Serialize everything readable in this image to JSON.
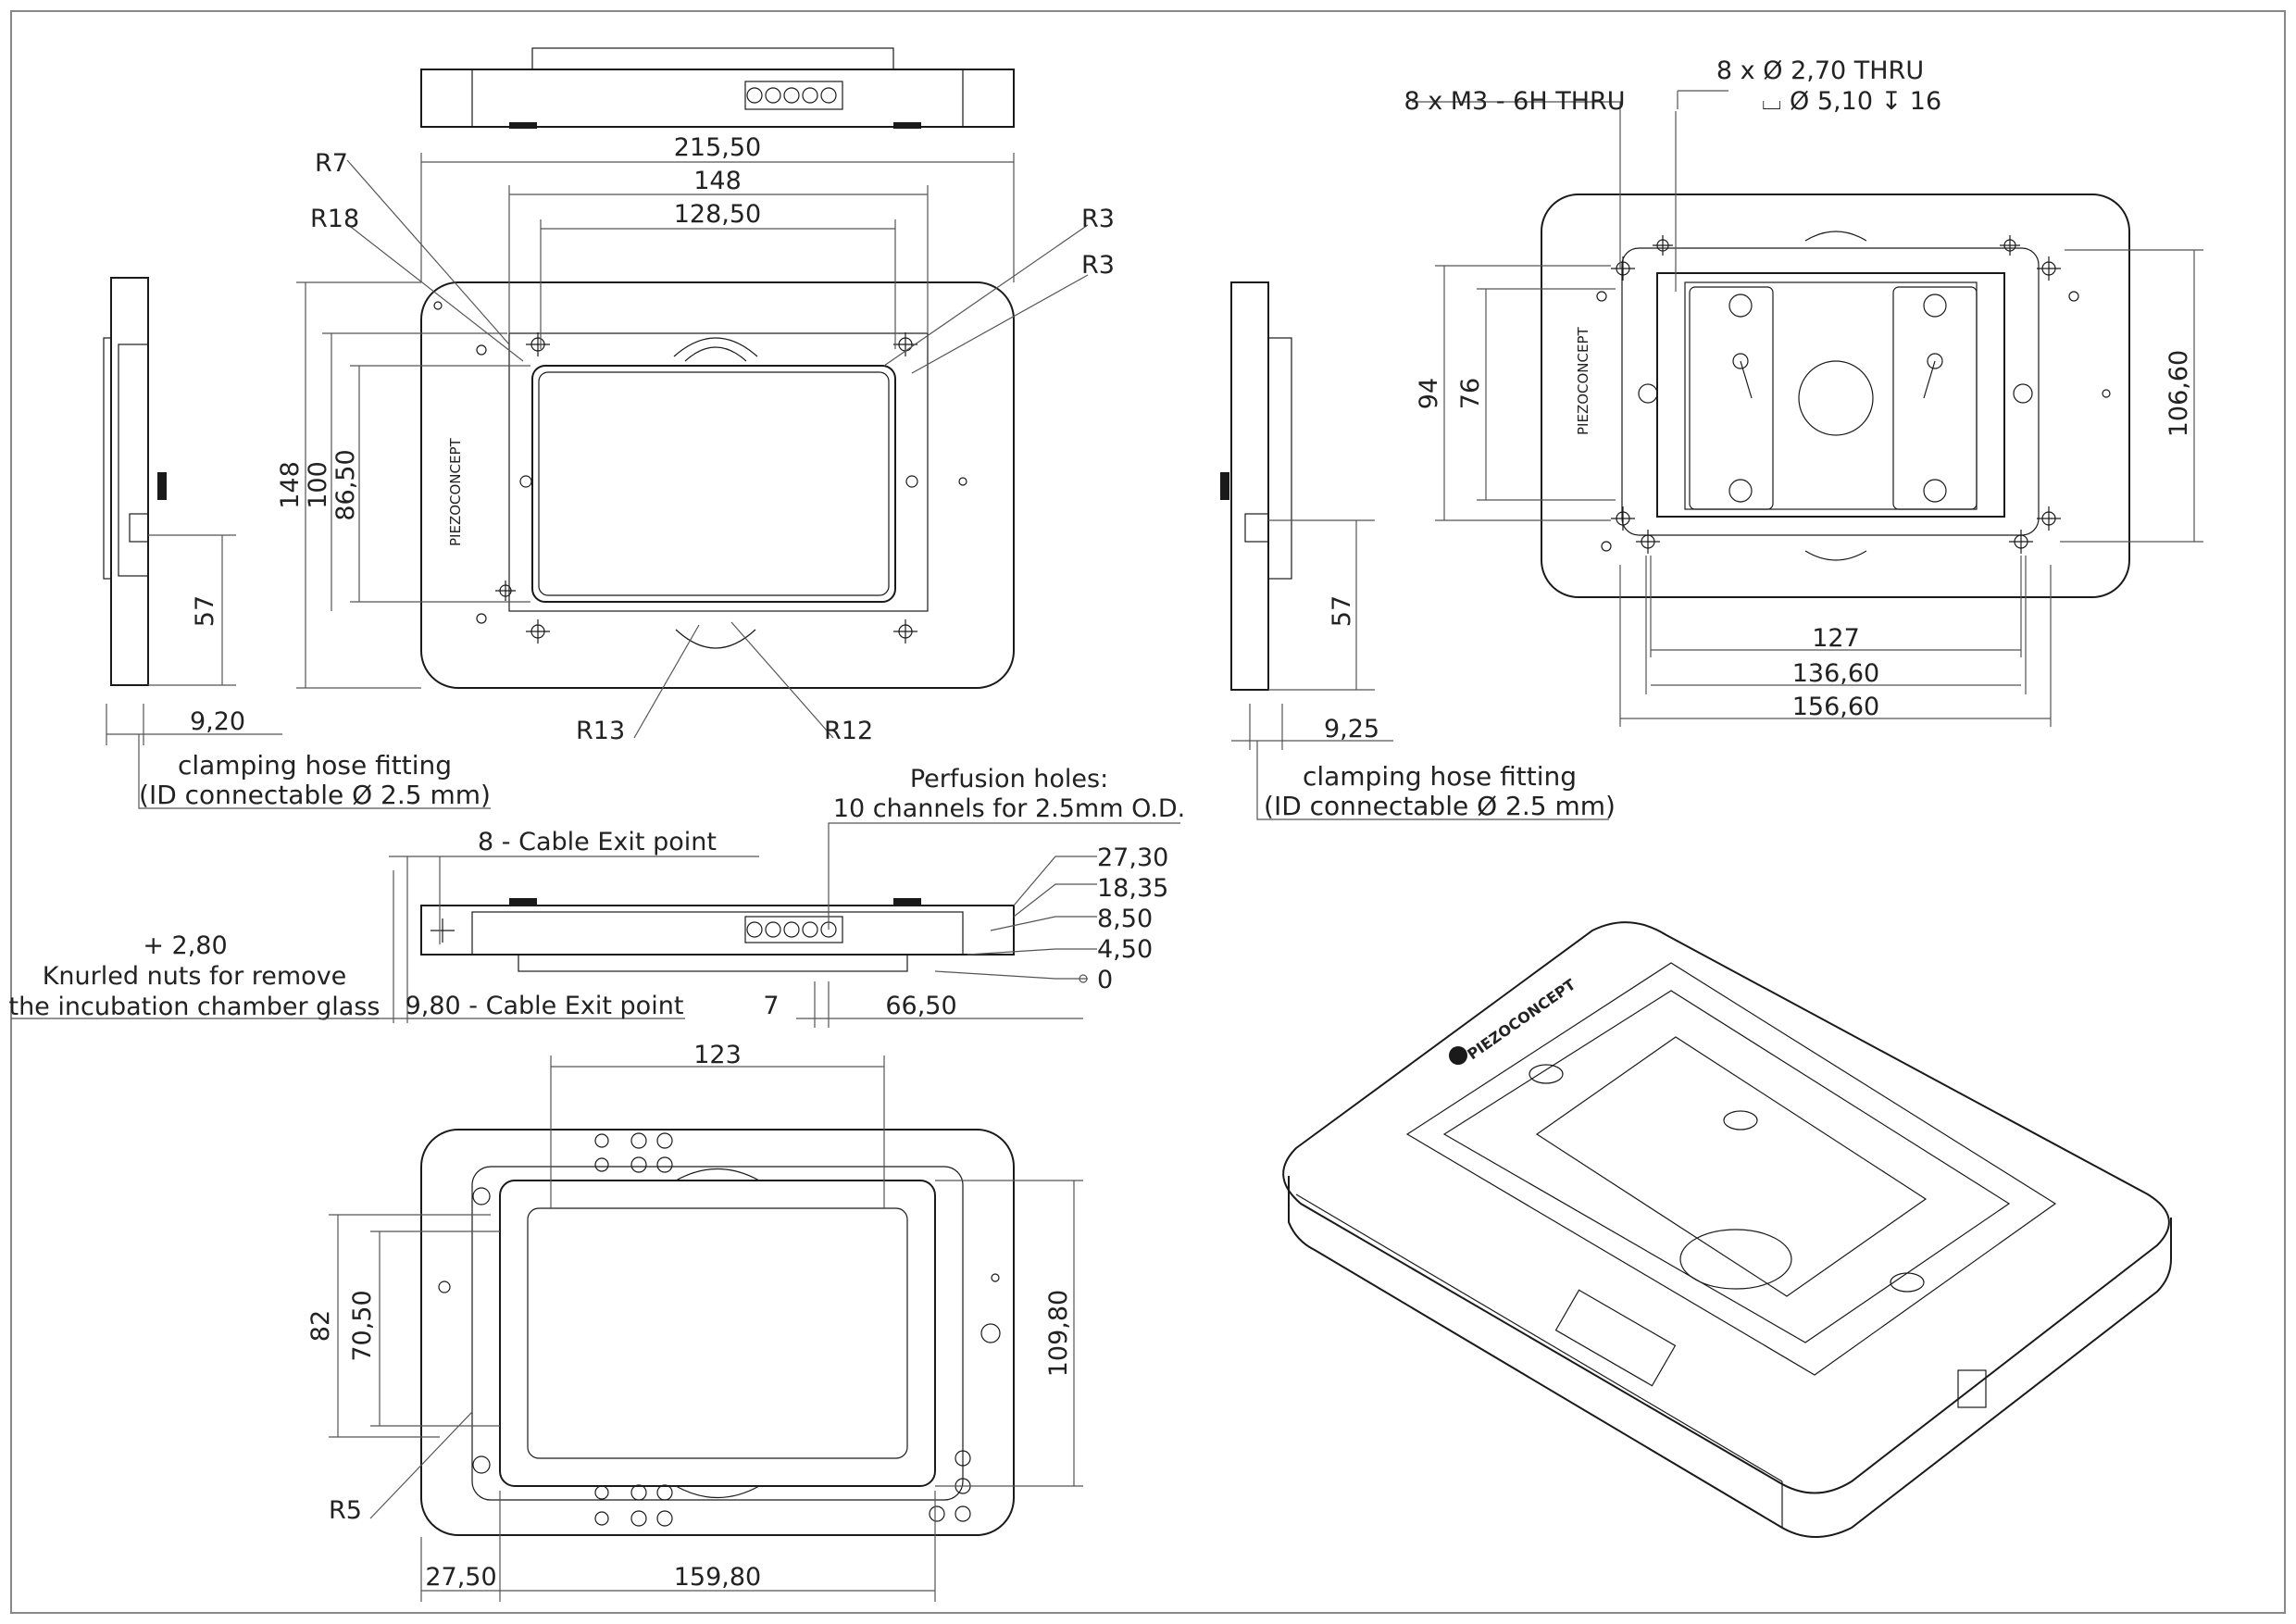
{
  "drawing": {
    "top_view": {
      "dims": [
        "215,50",
        "148",
        "128,50",
        "148",
        "100",
        "86,50",
        "R7",
        "R18",
        "R3",
        "R3",
        "R13",
        "R12"
      ],
      "brand": "PIEZOCONCEPT"
    },
    "left_side_view": {
      "dims": [
        "57",
        "9,20"
      ],
      "note_line1": "clamping hose fitting",
      "note_line2": "(ID connectable Ø 2.5 mm)"
    },
    "right_side_view": {
      "dims": [
        "57",
        "9,25"
      ],
      "note_line1": "clamping hose fitting",
      "note_line2": "(ID connectable Ø 2.5 mm)"
    },
    "bottom_right_view": {
      "callout_holes_a": "8 x Ø 2,70 THRU",
      "callout_holes_b": "⌴ Ø 5,10 ↧ 16",
      "callout_threads": "8 x M3 - 6H THRU",
      "dims": [
        "94",
        "76",
        "106,60",
        "127",
        "136,60",
        "156,60"
      ],
      "brand": "PIEZOCONCEPT"
    },
    "front_view": {
      "cable_exit_top": "8 - Cable Exit point",
      "cable_exit_bottom": "9,80 - Cable Exit point",
      "perfusion_line1": "Perfusion holes:",
      "perfusion_line2": "10 channels for 2.5mm O.D.",
      "knurled_line1": "+ 2,80",
      "knurled_line2": "Knurled nuts for remove",
      "knurled_line3": "the incubation chamber glass",
      "heights": [
        "27,30",
        "18,35",
        "8,50",
        "4,50",
        "0"
      ],
      "dims": [
        "7",
        "66,50"
      ]
    },
    "bottom_view": {
      "dims": [
        "123",
        "82",
        "70,50",
        "109,80",
        "R5",
        "27,50",
        "159,80"
      ]
    },
    "iso_view": {
      "brand": "PIEZOCONCEPT"
    }
  }
}
